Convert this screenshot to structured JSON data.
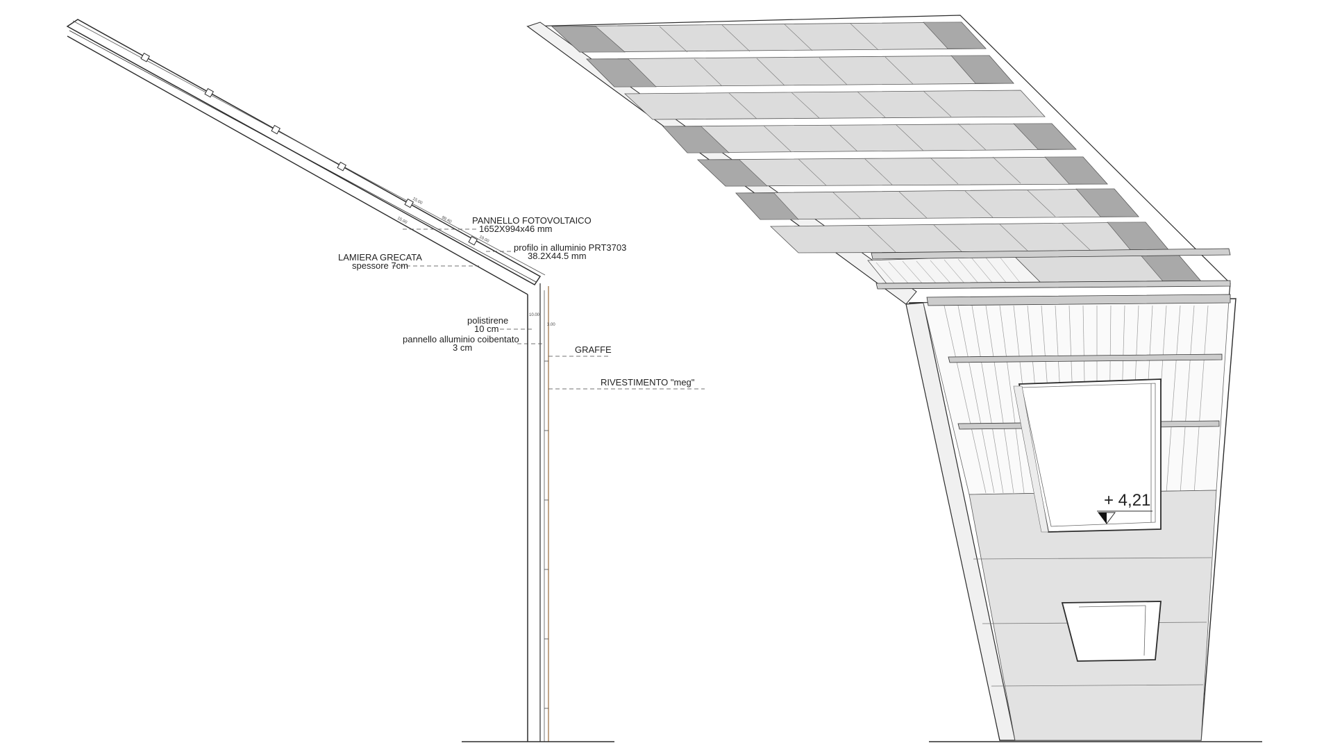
{
  "section_labels": {
    "pv_panel_title": "PANNELLO FOTOVOLTAICO",
    "pv_panel_size": "1652X994x46 mm",
    "profile_title": "profilo in alluminio PRT3703",
    "profile_size": "38.2X44.5 mm",
    "deck_title": "LAMIERA GRECATA",
    "deck_thickness": "spessore 7cm",
    "insulation_title": "polistirene",
    "insulation_thickness": "10 cm",
    "panel_title": "pannello alluminio coibentato",
    "panel_thickness": "3 cm",
    "clips": "GRAFFE",
    "cladding": "RIVESTIMENTO \"meg\""
  },
  "dimension_marks": [
    "15.00",
    "99.40",
    "19.00",
    "15.00",
    "10.00",
    "3.00"
  ],
  "elevation_mark": "+ 4,21",
  "colors": {
    "line": "#2b2b2b",
    "panel_light": "#dcdcdc",
    "panel_dark": "#a9a9a9",
    "cladding": "#e2e2e2",
    "wall_edge": "#9a6a3a"
  }
}
